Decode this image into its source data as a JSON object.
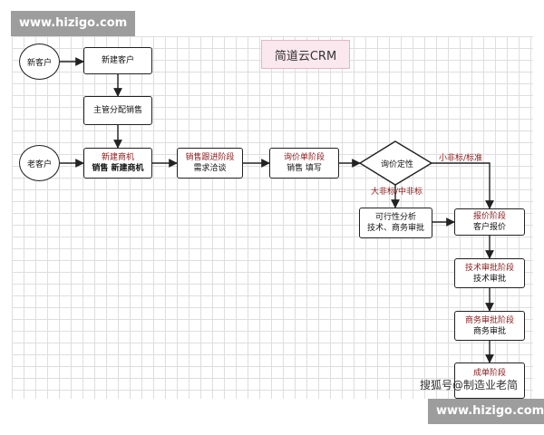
{
  "watermark": {
    "top": "www.hizigo.com",
    "bottom": "www.hizigo.com"
  },
  "credit": "搜狐号@制造业老简",
  "title": "简道云CRM",
  "nodes": {
    "new_customer": "新客户",
    "old_customer": "老客户",
    "create_customer": "新建客户",
    "assign_sales": "主管分配销售",
    "new_opportunity": {
      "stage": "新建商机",
      "action": "销售 新建商机"
    },
    "sales_follow": {
      "stage": "销售跟进阶段",
      "action": "需求洽谈"
    },
    "inquiry": {
      "stage": "询价单阶段",
      "action": "销售 填写"
    },
    "decision": "询价定性",
    "feasibility": {
      "line1": "可行性分析",
      "line2": "技术、商务审批"
    },
    "quotation": {
      "stage": "报价阶段",
      "action": "客户报价"
    },
    "tech_review": {
      "stage": "技术审批阶段",
      "action": "技术审批"
    },
    "biz_review": {
      "stage": "商务审批阶段",
      "action": "商务审批"
    },
    "deal": {
      "stage": "成单阶段"
    }
  },
  "edge_labels": {
    "small": "小非标/标准",
    "large": "大非标/中非标"
  },
  "colors": {
    "stage_text": "#8b1a1a",
    "title_bg": "#fbe7ee",
    "watermark_bg": "#9d9d9d"
  }
}
